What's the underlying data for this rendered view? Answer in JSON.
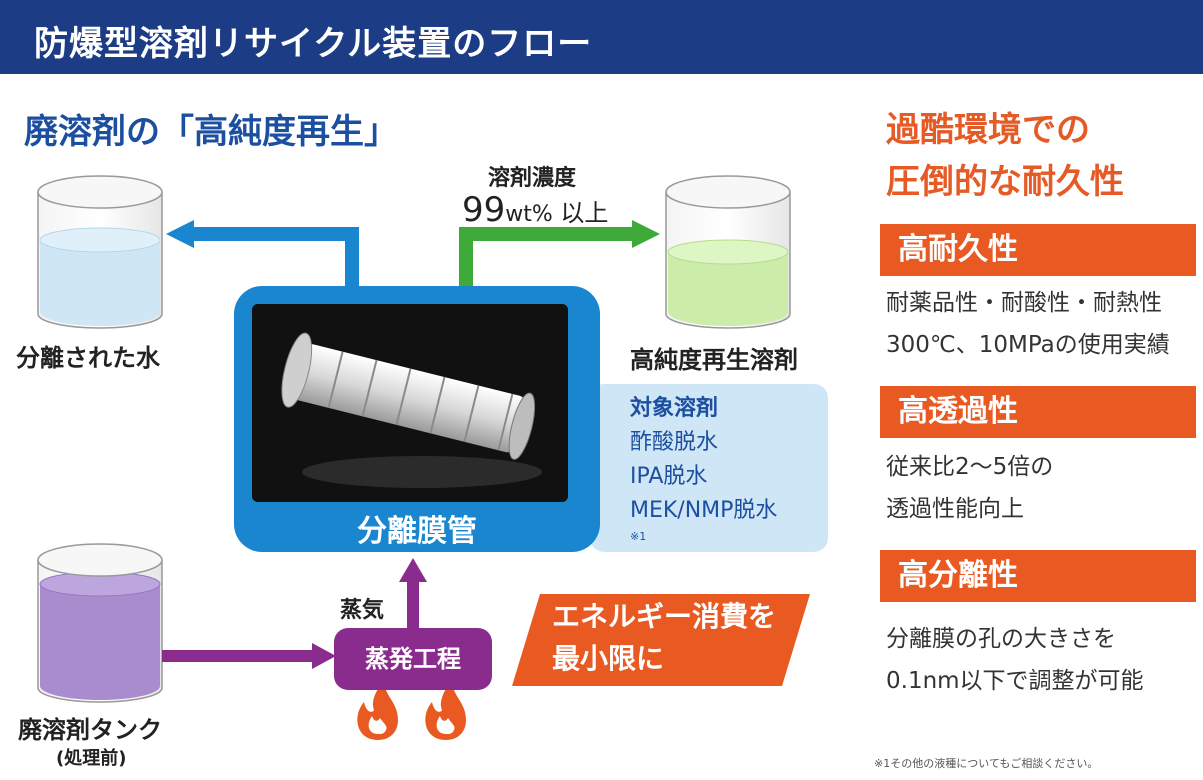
{
  "header": {
    "title": "防爆型溶剤リサイクル装置のフロー"
  },
  "flow": {
    "subtitle": "廃溶剤の「高純度再生」",
    "water_label": "分離された水",
    "product_label": "高純度再生溶剤",
    "concentration_label": "溶剤濃度",
    "concentration_value": "99",
    "concentration_unit": "wt%",
    "concentration_suffix": " 以上",
    "membrane_label": "分離膜管",
    "target_solvents": {
      "heading": "対象溶剤",
      "items": [
        "酢酸脱水",
        "IPA脱水",
        "MEK/NMP脱水"
      ],
      "note": "※1"
    },
    "tank_label": "廃溶剤タンク",
    "tank_sublabel": "(処理前)",
    "steam_label": "蒸気",
    "evaporation_label": "蒸発工程",
    "energy_callout": [
      "エネルギー消費を",
      "最小限に"
    ]
  },
  "features": {
    "heading": [
      "過酷環境での",
      "圧倒的な耐久性"
    ],
    "items": [
      {
        "title": "高耐久性",
        "lines": [
          "耐薬品性・耐酸性・耐熱性",
          "300℃、10MPaの使用実績"
        ]
      },
      {
        "title": "高透過性",
        "lines": [
          "従来比2〜5倍の",
          "透過性能向上"
        ]
      },
      {
        "title": "高分離性",
        "lines": [
          "分離膜の孔の大きさを",
          "0.1nm以下で調整が可能"
        ]
      }
    ]
  },
  "footnote": "※1その他の液種についてもご相談ください。",
  "colors": {
    "header_bg": "#1c3c86",
    "blue_accent": "#1a86cf",
    "green_arrow": "#3daa3a",
    "purple": "#8a2c8e",
    "orange": "#e85a22",
    "water": "#cfe6f5",
    "product_liquid": "#ccecaa",
    "waste_liquid": "#a98cce"
  },
  "icons": [
    "flame-icon",
    "arrow-icon",
    "tank-icon"
  ]
}
